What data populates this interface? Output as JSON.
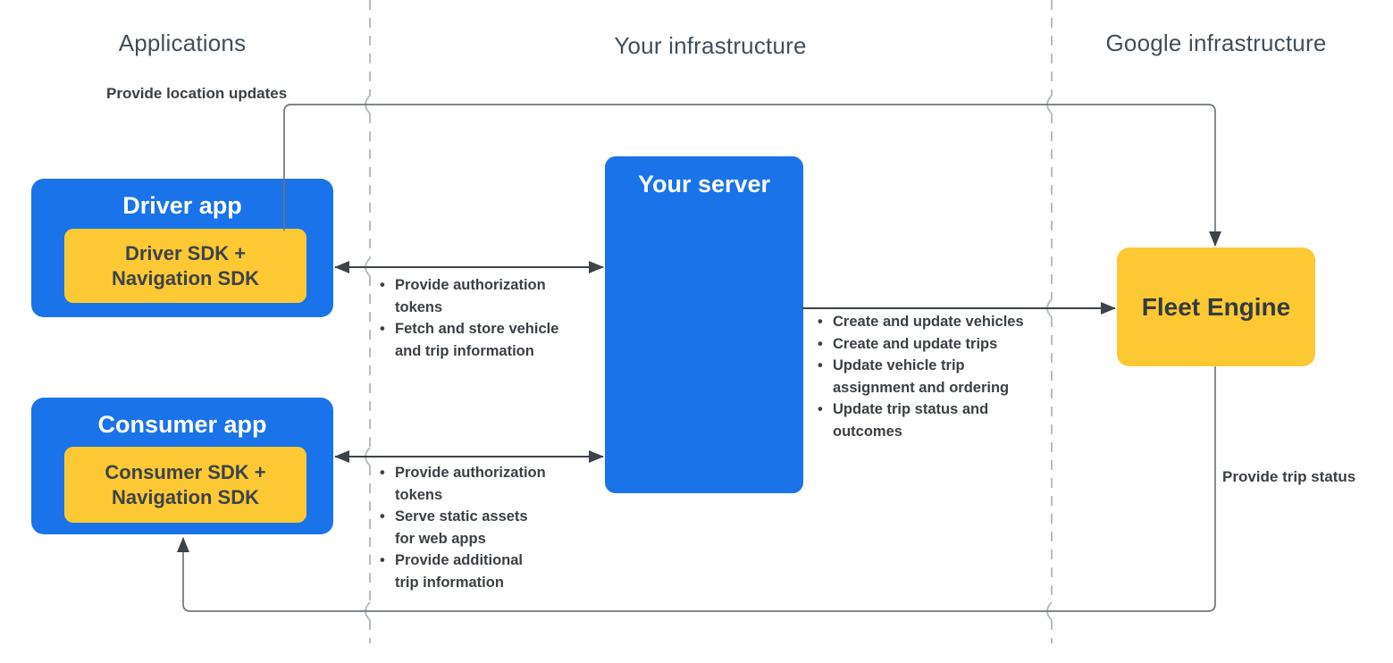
{
  "diagram": {
    "columns": {
      "applications": "Applications",
      "your_infrastructure": "Your infrastructure",
      "google_infrastructure": "Google infrastructure"
    },
    "nodes": {
      "driver_app": {
        "title": "Driver app",
        "sdk": "Driver SDK + Navigation SDK"
      },
      "consumer_app": {
        "title": "Consumer app",
        "sdk": "Consumer SDK + Navigation SDK"
      },
      "your_server": {
        "title": "Your server"
      },
      "fleet_engine": {
        "title": "Fleet Engine"
      }
    },
    "edge_labels": {
      "provide_location_updates": "Provide location updates",
      "provide_trip_status": "Provide trip status"
    },
    "edge_bullets": {
      "driver_server": [
        "Provide authorization tokens",
        "Fetch and store vehicle and trip information"
      ],
      "consumer_server": [
        "Provide authorization tokens",
        "Serve static assets for web apps",
        "Provide additional trip information"
      ],
      "server_fleet": [
        "Create and update vehicles",
        "Create and update trips",
        "Update vehicle trip assignment and ordering",
        "Update trip status and outcomes"
      ]
    },
    "colors": {
      "node_blue": "#1a73e8",
      "node_yellow": "#fcc934",
      "title_on_blue": "#ffffff",
      "text_dark": "#3b4045",
      "header_gray": "#414e5a",
      "connector_dark": "#3d4349",
      "connector_light": "#6e757c",
      "divider_gray": "#b7bdc3"
    }
  }
}
